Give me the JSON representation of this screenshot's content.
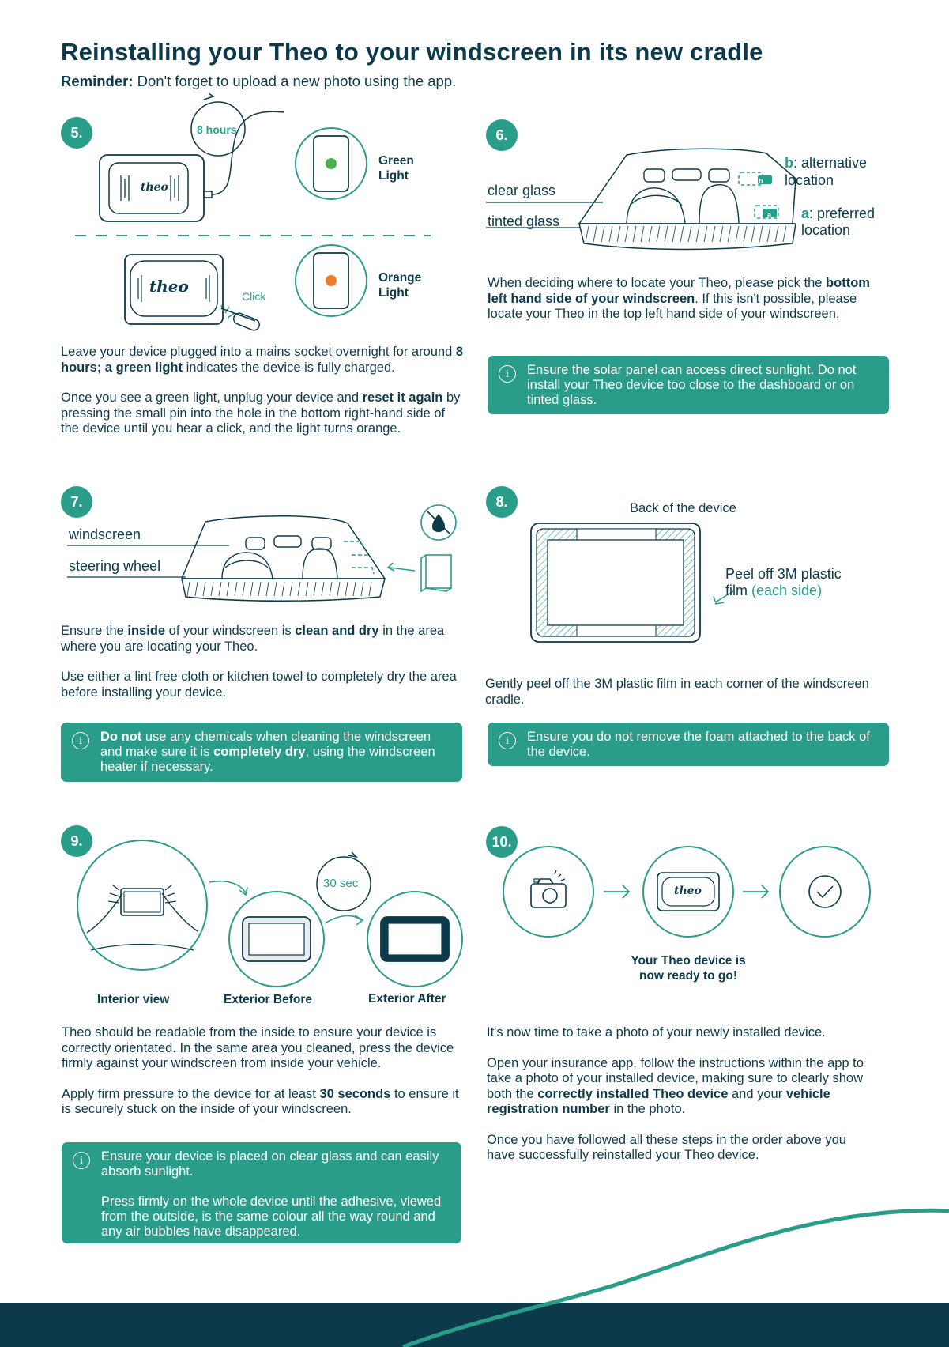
{
  "header": {
    "title": "Reinstalling your Theo to your windscreen in its new cradle",
    "reminder_label": "Reminder:",
    "reminder_text": " Don't forget to upload a new photo using the app."
  },
  "colors": {
    "teal": "#2a9d8a",
    "navy": "#0d3a4a",
    "green_light": "#4caf50",
    "orange_light": "#f07c2a"
  },
  "step5": {
    "badge": "5.",
    "timer_label": "8 hours",
    "green_light_label": [
      "Green",
      "Light"
    ],
    "orange_light_label": [
      "Orange",
      "Light"
    ],
    "click_label": "Click",
    "logo_text": "theo",
    "p1": [
      {
        "t": "Leave your device plugged into a mains socket overnight for around "
      },
      {
        "t": "8 hours; a green light",
        "b": true
      },
      {
        "t": " indicates the device is fully charged."
      }
    ],
    "p2": [
      {
        "t": "Once you see a green light, unplug your device and "
      },
      {
        "t": "reset it again",
        "b": true
      },
      {
        "t": " by pressing the small pin into the hole in the bottom right-hand side of the device until you hear a click, and the light turns orange."
      }
    ]
  },
  "step6": {
    "badge": "6.",
    "clear_glass": "clear glass",
    "tinted_glass": "tinted glass",
    "alt_letter": "b",
    "alt_text": ": alternative",
    "alt_text2": "location",
    "pref_letter": "a",
    "pref_text": ": preferred",
    "pref_text2": "location",
    "p1": [
      {
        "t": "When deciding where to locate your Theo, please pick the "
      },
      {
        "t": "bottom left hand side of your windscreen",
        "b": true
      },
      {
        "t": ". If this isn't possible, please locate your Theo in the top left hand side of your windscreen."
      }
    ],
    "note": "Ensure the solar panel can access direct sunlight. Do not install your Theo device too close to the dashboard or on tinted glass."
  },
  "step7": {
    "badge": "7.",
    "windscreen": "windscreen",
    "steering_wheel": "steering wheel",
    "p1": [
      {
        "t": "Ensure the "
      },
      {
        "t": "inside",
        "b": true
      },
      {
        "t": " of your windscreen is "
      },
      {
        "t": "clean and dry",
        "b": true
      },
      {
        "t": " in the area where you are locating your Theo."
      }
    ],
    "p2": "Use either a lint free cloth or kitchen towel to completely dry the area before installing your device.",
    "note": [
      {
        "t": "Do not",
        "b": true
      },
      {
        "t": " use any chemicals when cleaning the windscreen and make sure it is "
      },
      {
        "t": "completely dry",
        "b": true
      },
      {
        "t": ", using the windscreen heater if necessary."
      }
    ]
  },
  "step8": {
    "badge": "8.",
    "back_label": "Back of the device",
    "peel_label": "Peel off 3M plastic",
    "peel_label2": "film",
    "peel_side": "(each side)",
    "p1": "Gently peel off the 3M plastic film in each corner of the windscreen cradle.",
    "note": "Ensure you do not remove the foam attached to the back of the device."
  },
  "step9": {
    "badge": "9.",
    "timer_label": "30 sec",
    "captions": [
      "Interior view",
      "Exterior Before",
      "Exterior After"
    ],
    "p1": "Theo should be readable from the inside to ensure your device is correctly orientated. In the same area you cleaned, press the device firmly against your windscreen from inside your vehicle.",
    "p2": [
      {
        "t": "Apply firm pressure to the device for at least "
      },
      {
        "t": "30 seconds",
        "b": true
      },
      {
        "t": " to ensure it is securely stuck on the inside of your windscreen."
      }
    ],
    "note_p1": "Ensure your device is placed on clear glass and can easily absorb sunlight.",
    "note_p2": "Press firmly on the whole device until the adhesive, viewed from the outside, is the same colour all the way round and any air bubbles have disappeared."
  },
  "step10": {
    "badge": "10.",
    "ready_line1": "Your Theo device is",
    "ready_line2": "now ready to go!",
    "logo_text": "theo",
    "p1": "It's now time to take a photo of your newly installed device.",
    "p2": [
      {
        "t": "Open your insurance app, follow the instructions within the app to take a photo of your installed device, making sure to clearly show both the "
      },
      {
        "t": "correctly installed Theo device",
        "b": true
      },
      {
        "t": " and your "
      },
      {
        "t": "vehicle registration number",
        "b": true
      },
      {
        "t": " in the photo."
      }
    ],
    "p3": "Once you have followed all these steps in the order above you have successfully reinstalled your Theo device."
  }
}
